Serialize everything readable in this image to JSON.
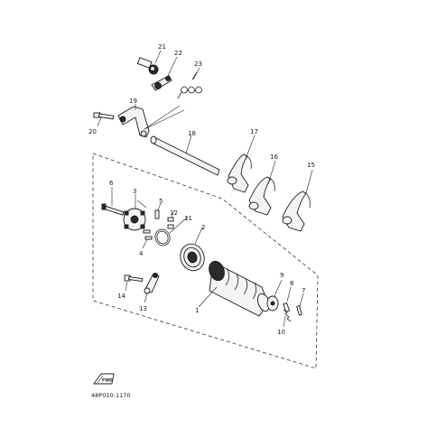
{
  "diagram": {
    "labels": {
      "p1": "1",
      "p2": "2",
      "p3": "3",
      "p4": "4",
      "p5": "5",
      "p6": "6",
      "p7": "7",
      "p8": "8",
      "p9": "9",
      "p10": "10",
      "p11": "11",
      "p12": "12",
      "p13": "13",
      "p14": "14",
      "p15": "15",
      "p16": "16",
      "p17": "17",
      "p18": "18",
      "p19": "19",
      "p20": "20",
      "p21": "21",
      "p22": "22",
      "p23": "23"
    },
    "front_badge": "FWD",
    "drawing_code": "48P010-1170"
  }
}
